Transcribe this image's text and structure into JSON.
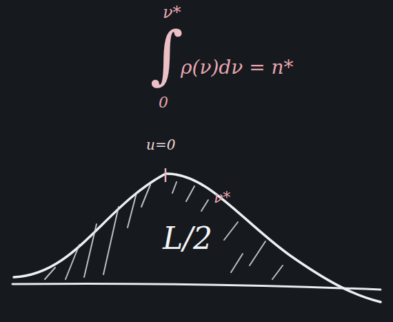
{
  "diagram": {
    "labels": [
      "∫",
      "ν*",
      "0",
      "ρ(ν)dν = n*",
      "u=0",
      "ν*",
      "L/2"
    ]
  }
}
